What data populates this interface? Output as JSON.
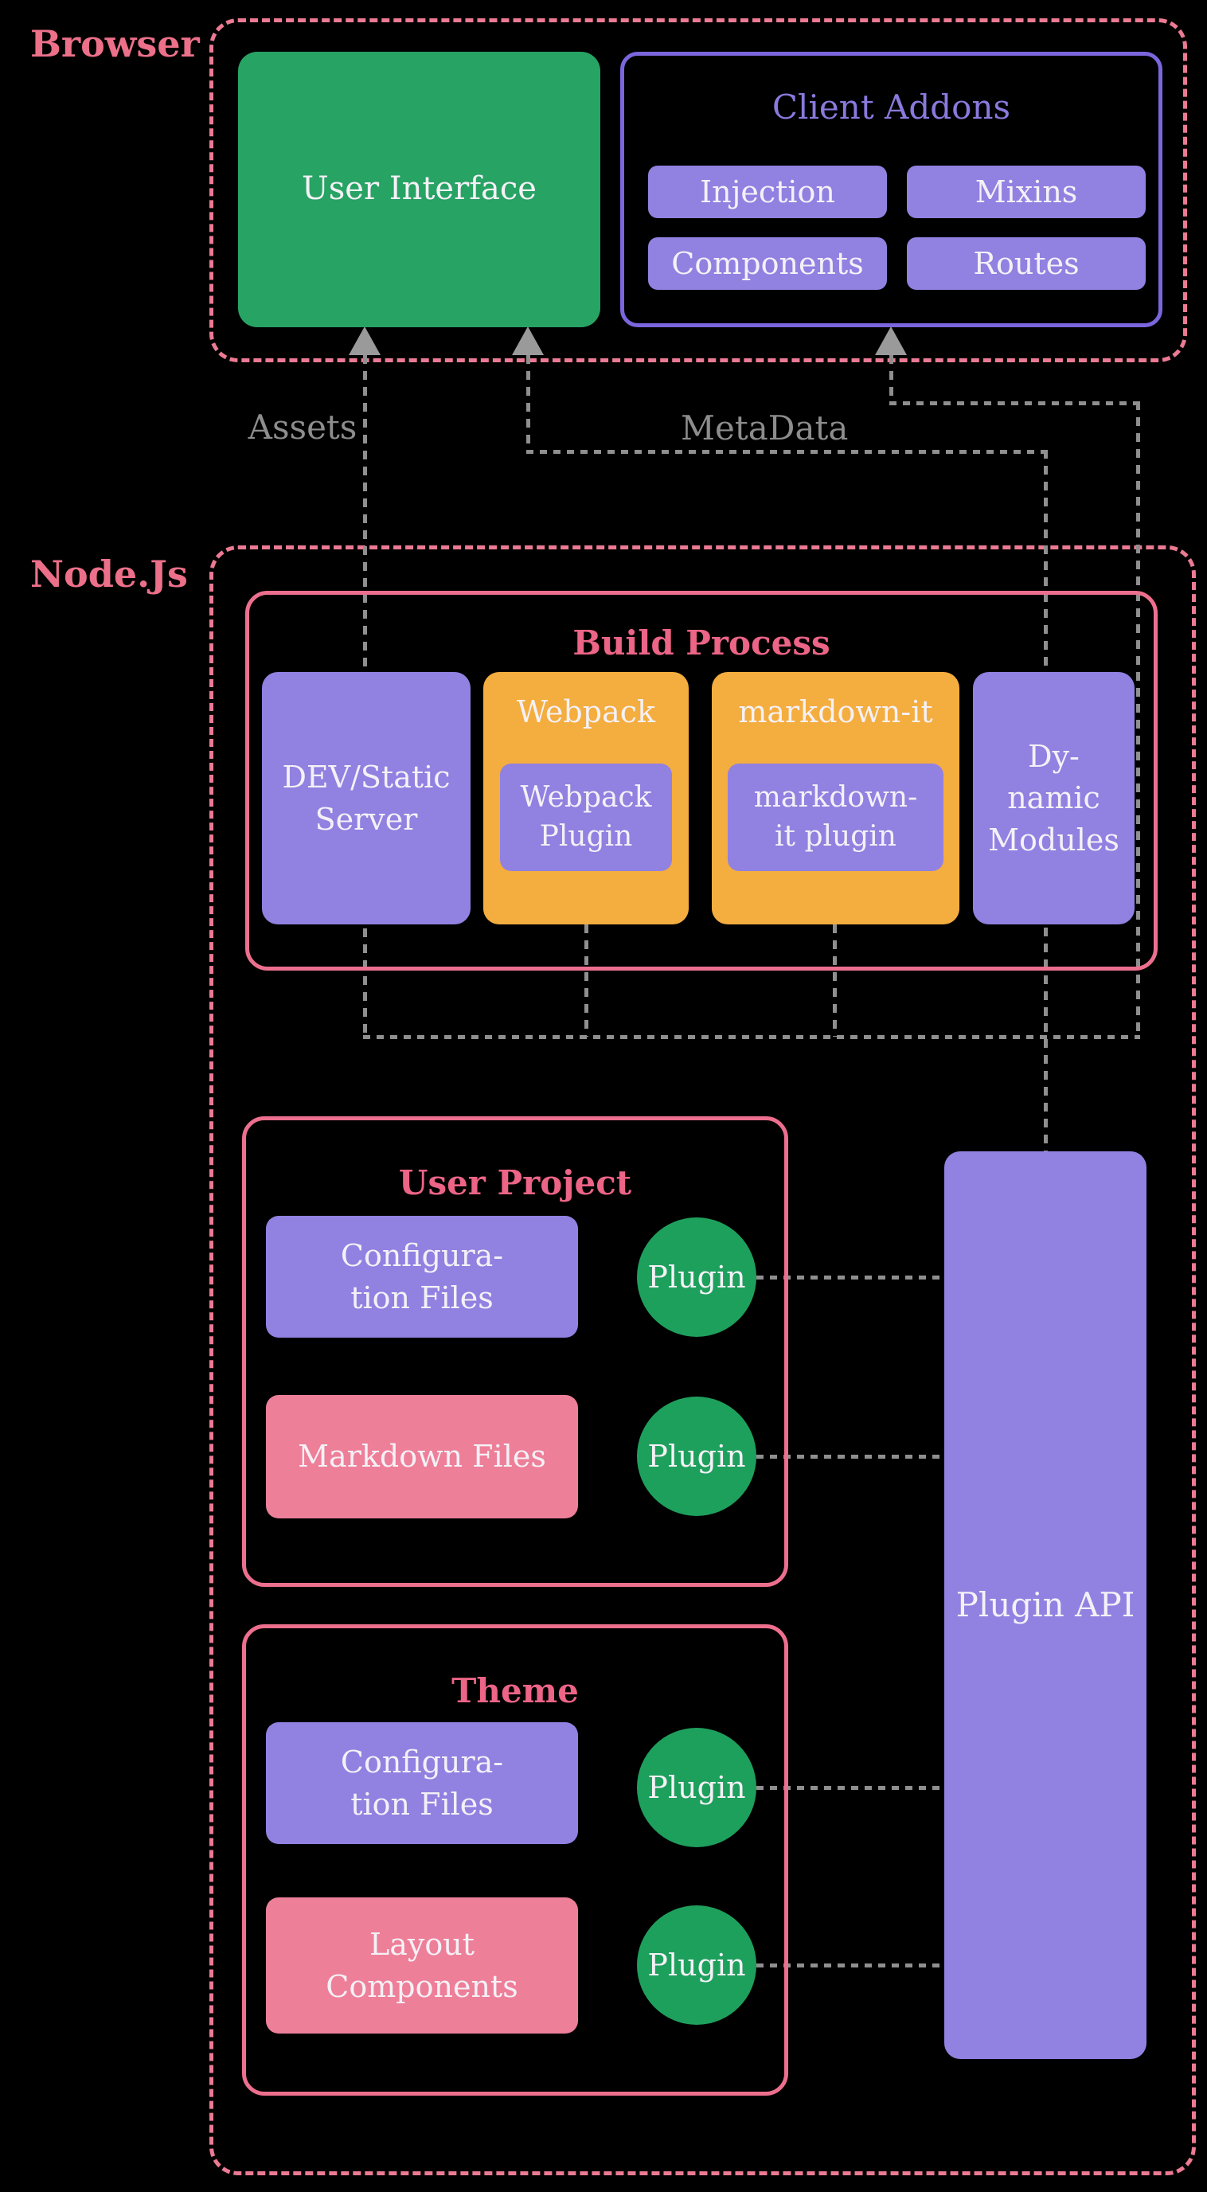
{
  "palette": {
    "background": "#000000",
    "pink_border": "#ec7a93",
    "pink_label": "#ec7089",
    "pink_fill": "#ee7f99",
    "purple_fill": "#9181e1",
    "purple_border": "#7b66dd",
    "purple_title": "#8a79dd",
    "green_fill": "#27a364",
    "green_circle": "#1ea05d",
    "orange_fill": "#f4ad3f",
    "gray_line": "#8f8f8f",
    "gray_label": "#8d8d8d"
  },
  "browser": {
    "label": "Browser",
    "user_interface": "User Interface",
    "client_addons": {
      "title": "Client Addons",
      "buttons": [
        "Injection",
        "Mixins",
        "Components",
        "Routes"
      ]
    }
  },
  "flows": {
    "assets": "Assets",
    "metadata": "MetaData"
  },
  "nodejs": {
    "label": "Node.Js",
    "build_process": {
      "title": "Build Process",
      "dev_server": [
        "DEV/Static",
        "Server"
      ],
      "webpack": {
        "title": "Webpack",
        "plugin": [
          "Webpack",
          "Plugin"
        ]
      },
      "markdown_it": {
        "title": "markdown-it",
        "plugin": [
          "markdown-",
          "it plugin"
        ]
      },
      "dynamic_modules": [
        "Dy-",
        "namic",
        "Modules"
      ]
    },
    "user_project": {
      "title": "User Project",
      "rows": [
        {
          "label": [
            "Configura-",
            "tion Files"
          ],
          "plugin": "Plugin"
        },
        {
          "label": [
            "Markdown Files"
          ],
          "plugin": "Plugin"
        }
      ]
    },
    "theme": {
      "title": "Theme",
      "rows": [
        {
          "label": [
            "Configura-",
            "tion Files"
          ],
          "plugin": "Plugin"
        },
        {
          "label": [
            "Layout",
            "Components"
          ],
          "plugin": "Plugin"
        }
      ]
    },
    "plugin_api": "Plugin API"
  }
}
